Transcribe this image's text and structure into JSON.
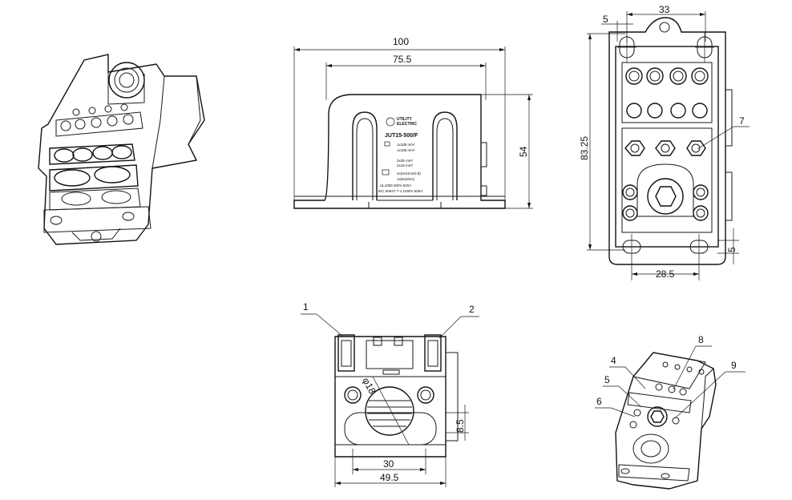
{
  "dimensions": {
    "front_width": "100",
    "front_inner_width": "75.5",
    "front_height": "54",
    "top_hole_width": "33",
    "top_hole_offset": "5",
    "top_height": "83.25",
    "bottom_hole_width": "28.5",
    "bottom_hole_offset": "5",
    "side_diameter": "φ18",
    "side_height": "8.5",
    "side_inner_width": "30",
    "side_width": "49.5"
  },
  "callouts": {
    "c1": "1",
    "c2": "2",
    "c4": "4",
    "c5_iso": "5",
    "c6": "6",
    "c7": "7",
    "c8": "8",
    "c9": "9"
  },
  "label_plate": {
    "brand_line1": "UTILITY",
    "brand_line2": "ELECTRIC",
    "model": "JUT15-500/F",
    "in_line1": "1x185 mm²",
    "in_line2": "1x185 mm²",
    "out_line1": "3x35 mm²",
    "out_line2": "2x16 mm²",
    "bar_line1": "4x(6x15.5x0.8)",
    "bar_line2": "1x(6x20x1)",
    "ul_line": "UL1059   600V  520A",
    "iec_line": "IEC 60947-7-1 1000V  500A"
  }
}
